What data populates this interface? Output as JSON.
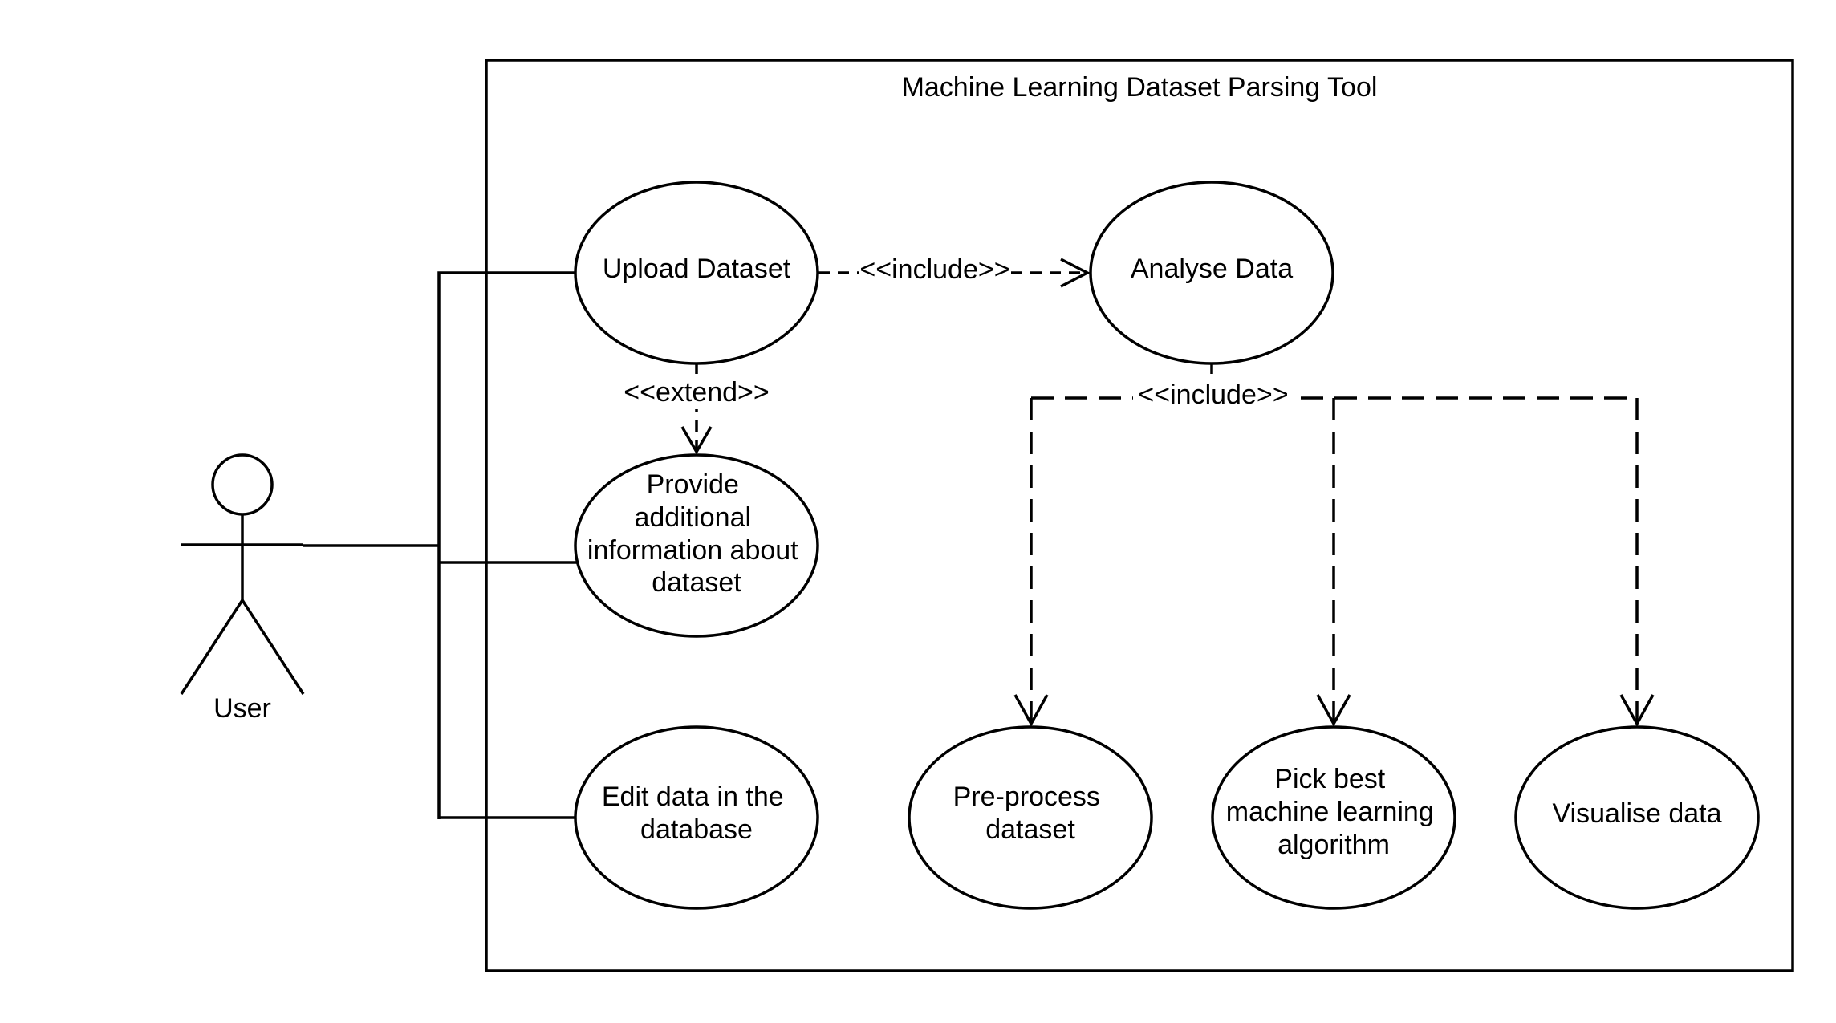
{
  "system": {
    "title": "Machine Learning Dataset Parsing Tool"
  },
  "actor": {
    "name": "User"
  },
  "use_cases": {
    "upload": [
      "Upload Dataset"
    ],
    "provide": [
      "Provide",
      "additional",
      "information about",
      "dataset"
    ],
    "edit": [
      "Edit data in the",
      "database"
    ],
    "analyse": [
      "Analyse Data"
    ],
    "preprocess": [
      "Pre-process",
      "dataset"
    ],
    "pick": [
      "Pick best",
      "machine learning",
      "algorithm"
    ],
    "visualise": [
      "Visualise data"
    ]
  },
  "relations": {
    "upload_to_analyse": "<<include>>",
    "upload_to_provide": "<<extend>>",
    "analyse_to_children": "<<include>>"
  },
  "colors": {
    "stroke": "#000000",
    "background": "#ffffff"
  }
}
